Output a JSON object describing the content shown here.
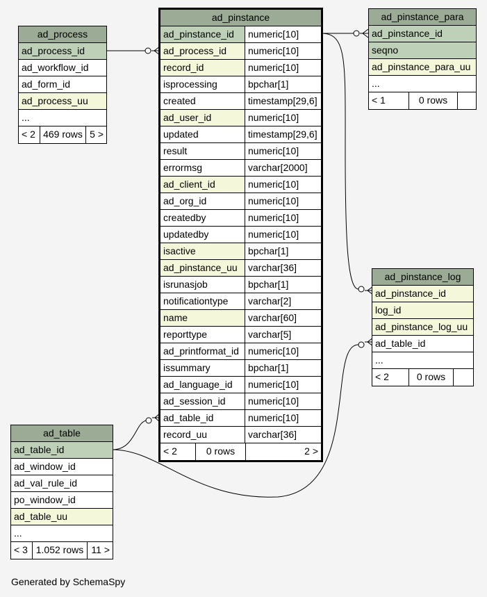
{
  "footer_text": "Generated by SchemaSpy",
  "tables": {
    "ad_process": {
      "title": "ad_process",
      "columns": [
        {
          "name": "ad_process_id",
          "kind": "pk"
        },
        {
          "name": "ad_workflow_id",
          "kind": "plain"
        },
        {
          "name": "ad_form_id",
          "kind": "plain"
        },
        {
          "name": "ad_process_uu",
          "kind": "fk"
        },
        {
          "name": "...",
          "kind": "plain"
        }
      ],
      "footer": {
        "left": "< 2",
        "mid": "469 rows",
        "right": "5 >"
      }
    },
    "ad_pinstance": {
      "title": "ad_pinstance",
      "columns": [
        {
          "name": "ad_pinstance_id",
          "type": "numeric[10]",
          "kind": "pk"
        },
        {
          "name": "ad_process_id",
          "type": "numeric[10]",
          "kind": "fk"
        },
        {
          "name": "record_id",
          "type": "numeric[10]",
          "kind": "fk"
        },
        {
          "name": "isprocessing",
          "type": "bpchar[1]",
          "kind": "plain"
        },
        {
          "name": "created",
          "type": "timestamp[29,6]",
          "kind": "plain"
        },
        {
          "name": "ad_user_id",
          "type": "numeric[10]",
          "kind": "fk"
        },
        {
          "name": "updated",
          "type": "timestamp[29,6]",
          "kind": "plain"
        },
        {
          "name": "result",
          "type": "numeric[10]",
          "kind": "plain"
        },
        {
          "name": "errormsg",
          "type": "varchar[2000]",
          "kind": "plain"
        },
        {
          "name": "ad_client_id",
          "type": "numeric[10]",
          "kind": "fk"
        },
        {
          "name": "ad_org_id",
          "type": "numeric[10]",
          "kind": "plain"
        },
        {
          "name": "createdby",
          "type": "numeric[10]",
          "kind": "plain"
        },
        {
          "name": "updatedby",
          "type": "numeric[10]",
          "kind": "plain"
        },
        {
          "name": "isactive",
          "type": "bpchar[1]",
          "kind": "fk"
        },
        {
          "name": "ad_pinstance_uu",
          "type": "varchar[36]",
          "kind": "fk"
        },
        {
          "name": "isrunasjob",
          "type": "bpchar[1]",
          "kind": "plain"
        },
        {
          "name": "notificationtype",
          "type": "varchar[2]",
          "kind": "plain"
        },
        {
          "name": "name",
          "type": "varchar[60]",
          "kind": "fk"
        },
        {
          "name": "reporttype",
          "type": "varchar[5]",
          "kind": "plain"
        },
        {
          "name": "ad_printformat_id",
          "type": "numeric[10]",
          "kind": "plain"
        },
        {
          "name": "issummary",
          "type": "bpchar[1]",
          "kind": "plain"
        },
        {
          "name": "ad_language_id",
          "type": "numeric[10]",
          "kind": "plain"
        },
        {
          "name": "ad_session_id",
          "type": "numeric[10]",
          "kind": "plain"
        },
        {
          "name": "ad_table_id",
          "type": "numeric[10]",
          "kind": "plain"
        },
        {
          "name": "record_uu",
          "type": "varchar[36]",
          "kind": "plain"
        }
      ],
      "footer": {
        "left": "< 2",
        "mid": "0 rows",
        "right": "2 >"
      }
    },
    "ad_pinstance_para": {
      "title": "ad_pinstance_para",
      "columns": [
        {
          "name": "ad_pinstance_id",
          "kind": "pk"
        },
        {
          "name": "seqno",
          "kind": "pk"
        },
        {
          "name": "ad_pinstance_para_uu",
          "kind": "fk"
        },
        {
          "name": "...",
          "kind": "plain"
        }
      ],
      "footer": {
        "left": "< 1",
        "mid": "0 rows",
        "right": ""
      }
    },
    "ad_pinstance_log": {
      "title": "ad_pinstance_log",
      "columns": [
        {
          "name": "ad_pinstance_id",
          "kind": "fk"
        },
        {
          "name": "log_id",
          "kind": "fk"
        },
        {
          "name": "ad_pinstance_log_uu",
          "kind": "fk"
        },
        {
          "name": "ad_table_id",
          "kind": "plain"
        },
        {
          "name": "...",
          "kind": "plain"
        }
      ],
      "footer": {
        "left": "< 2",
        "mid": "0 rows",
        "right": ""
      }
    },
    "ad_table": {
      "title": "ad_table",
      "columns": [
        {
          "name": "ad_table_id",
          "kind": "pk"
        },
        {
          "name": "ad_window_id",
          "kind": "plain"
        },
        {
          "name": "ad_val_rule_id",
          "kind": "plain"
        },
        {
          "name": "po_window_id",
          "kind": "plain"
        },
        {
          "name": "ad_table_uu",
          "kind": "fk"
        },
        {
          "name": "...",
          "kind": "plain"
        }
      ],
      "footer": {
        "left": "< 3",
        "mid": "1.052 rows",
        "right": "11 >"
      }
    }
  },
  "relationships": [
    {
      "from": "ad_process.ad_process_id",
      "to": "ad_pinstance.ad_process_id"
    },
    {
      "from": "ad_pinstance.ad_pinstance_id",
      "to": "ad_pinstance_para.ad_pinstance_id"
    },
    {
      "from": "ad_pinstance.ad_pinstance_id",
      "to": "ad_pinstance_log.ad_pinstance_id"
    },
    {
      "from": "ad_table.ad_table_id",
      "to": "ad_pinstance.ad_table_id"
    },
    {
      "from": "ad_table.ad_table_id",
      "to": "ad_pinstance_log.ad_table_id"
    }
  ],
  "colors": {
    "header": "#9bab96",
    "primary_key": "#bed1b8",
    "foreign_key": "#f4f7da",
    "background": "#f4f4f4"
  }
}
